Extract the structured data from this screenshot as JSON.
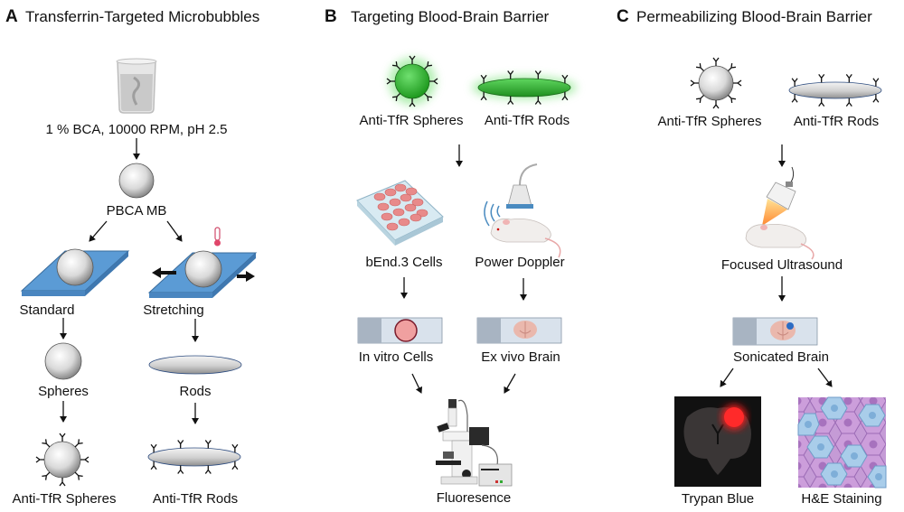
{
  "panels": {
    "a": {
      "letter": "A",
      "title": "Transferrin-Targeted Microbubbles",
      "synthesis": "1 % BCA, 10000 RPM, pH 2.5",
      "pbca": "PBCA MB",
      "standard": "Standard",
      "stretching": "Stretching",
      "spheres": "Spheres",
      "rods": "Rods",
      "anti_spheres": "Anti-TfR Spheres",
      "anti_rods": "Anti-TfR Rods"
    },
    "b": {
      "letter": "B",
      "title": "Targeting Blood-Brain Barrier",
      "anti_spheres": "Anti-TfR Spheres",
      "anti_rods": "Anti-TfR Rods",
      "cells": "bEnd.3 Cells",
      "doppler": "Power Doppler",
      "invitro": "In vitro Cells",
      "exvivo": "Ex vivo Brain",
      "fluor": "Fluoresence"
    },
    "c": {
      "letter": "C",
      "title": "Permeabilizing Blood-Brain Barrier",
      "anti_spheres": "Anti-TfR Spheres",
      "anti_rods": "Anti-TfR Rods",
      "fus": "Focused Ultrasound",
      "sonicated": "Sonicated Brain",
      "trypan": "Trypan Blue",
      "he": "H&E Staining"
    }
  },
  "colors": {
    "plate_blue": "#5b9bd5",
    "green_mb": "#3fb83f",
    "well_pink": "#e88a8a",
    "dye_red": "#ff2020",
    "he_pink": "#c99ad6",
    "he_blue": "#a9cdea"
  }
}
